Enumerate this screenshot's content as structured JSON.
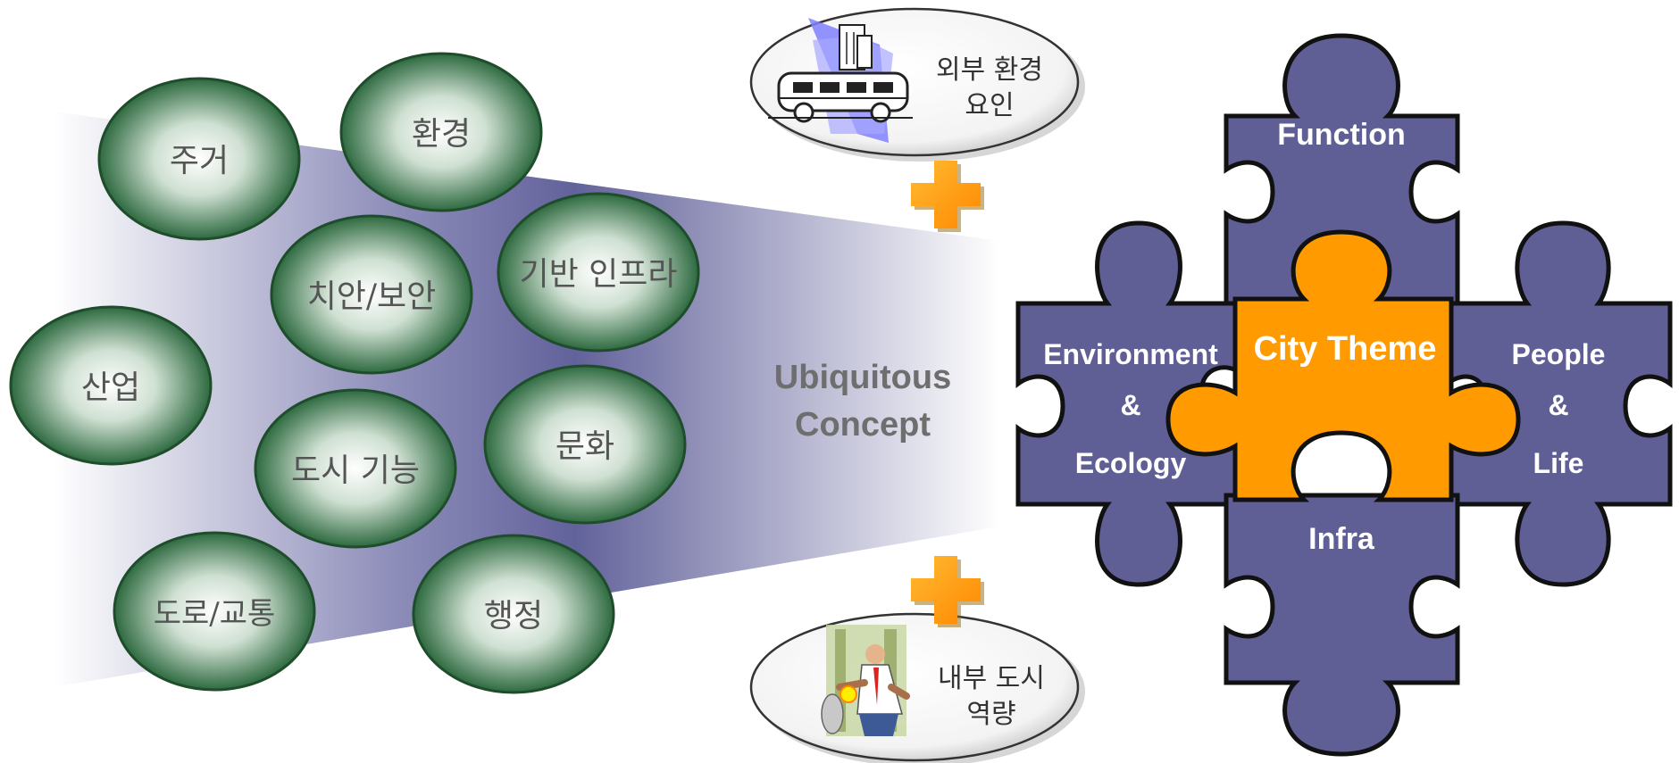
{
  "bubbles": [
    {
      "key": "housing",
      "label": "주거"
    },
    {
      "key": "environment",
      "label": "환경"
    },
    {
      "key": "security",
      "label": "치안/보안"
    },
    {
      "key": "infrastructure",
      "label": "기반 인프라"
    },
    {
      "key": "industry",
      "label": "산업"
    },
    {
      "key": "city-function",
      "label": "도시 기능"
    },
    {
      "key": "culture",
      "label": "문화"
    },
    {
      "key": "roads-traffic",
      "label": "도로/교통"
    },
    {
      "key": "administration",
      "label": "행정"
    }
  ],
  "concept": {
    "line1": "Ubiquitous",
    "line2": "Concept"
  },
  "external": {
    "line1": "외부 환경",
    "line2": "요인"
  },
  "internal": {
    "line1": "내부 도시",
    "line2": "역량"
  },
  "puzzle": {
    "function": "Function",
    "city_theme": "City Theme",
    "environment": {
      "line1": "Environment",
      "line2": "&",
      "line3": "Ecology"
    },
    "people": {
      "line1": "People",
      "line2": "&",
      "line3": "Life"
    },
    "infra": "Infra"
  },
  "colors": {
    "bubble_dark": "#2e6a40",
    "bubble_light": "#ffffff",
    "funnel": "#5a5a96",
    "puzzle_purple": "#5f5f96",
    "puzzle_orange": "#ff9a00",
    "plus_orange": "#ff9900",
    "concept_text": "#6e6e6e"
  }
}
